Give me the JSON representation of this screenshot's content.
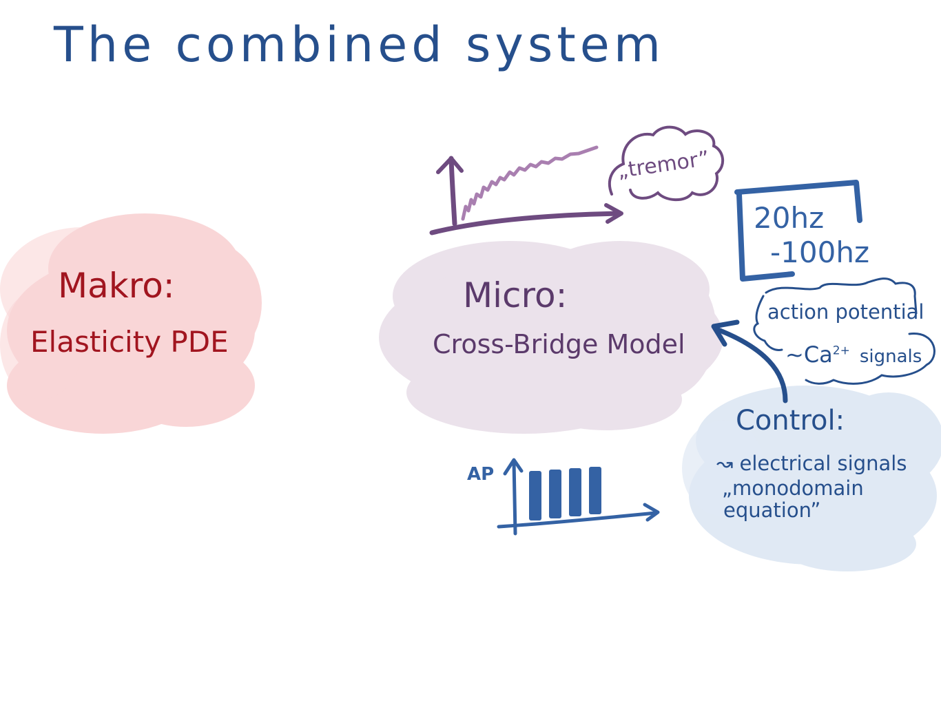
{
  "title": "The combined system",
  "colors": {
    "title": "#264f8c",
    "makro_text": "#a1151f",
    "makro_cloud": "#f8cfd1",
    "micro_text": "#5b3a6b",
    "micro_cloud": "#e9dfe9",
    "tremor_curve": "#a97fb0",
    "tremor_axis": "#6e4b80",
    "control_text": "#264f8c",
    "control_cloud": "#dde7f3",
    "freq_box": "#3462a4"
  },
  "makro": {
    "heading": "Makro:",
    "body": "Elasticity PDE"
  },
  "micro": {
    "heading": "Micro:",
    "body": "Cross-Bridge Model"
  },
  "tremor_plot": {
    "label": "„tremor”"
  },
  "frequency_box": {
    "line1": "20hz",
    "line2": "-100hz"
  },
  "action_potential_note": {
    "line1": "action potential",
    "line2_prefix": "~Ca",
    "line2_superscript": "2+",
    "line2_suffix": "signals"
  },
  "control": {
    "heading": "Control:",
    "line1": "↝ electrical signals",
    "line2": "„monodomain",
    "line3": "equation”"
  },
  "ap_plot": {
    "axis_label": "AP",
    "pulse_count": 4
  }
}
